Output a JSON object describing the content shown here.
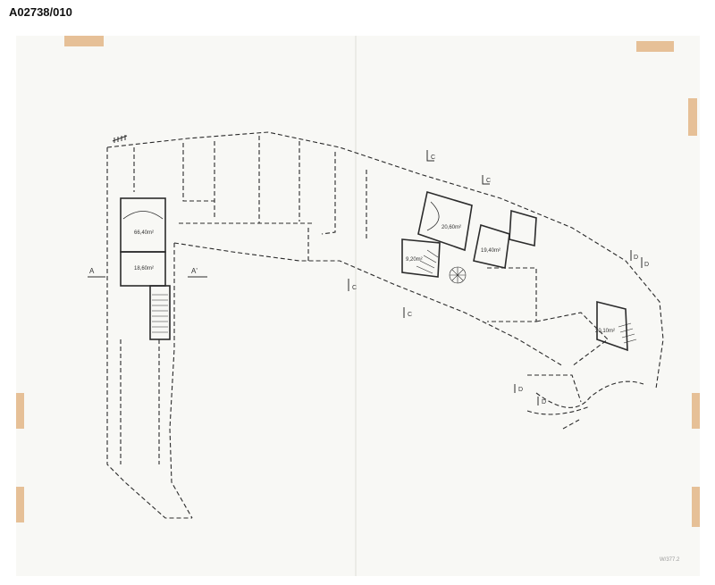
{
  "document": {
    "id": "A02738/010",
    "stamp_text": "W/377.2"
  },
  "plan": {
    "section_markers": [
      "A",
      "A'",
      "C",
      "C",
      "C",
      "C",
      "D",
      "D",
      "D",
      "D"
    ],
    "area_labels": [
      "66,40m²",
      "18,60m²",
      "20,60m²",
      "19,40m²",
      "9,20m²",
      "20,10m²"
    ]
  },
  "colors": {
    "paper": "#f8f8f5",
    "tape": "#e3b98d",
    "ink": "#2b2b2b"
  }
}
